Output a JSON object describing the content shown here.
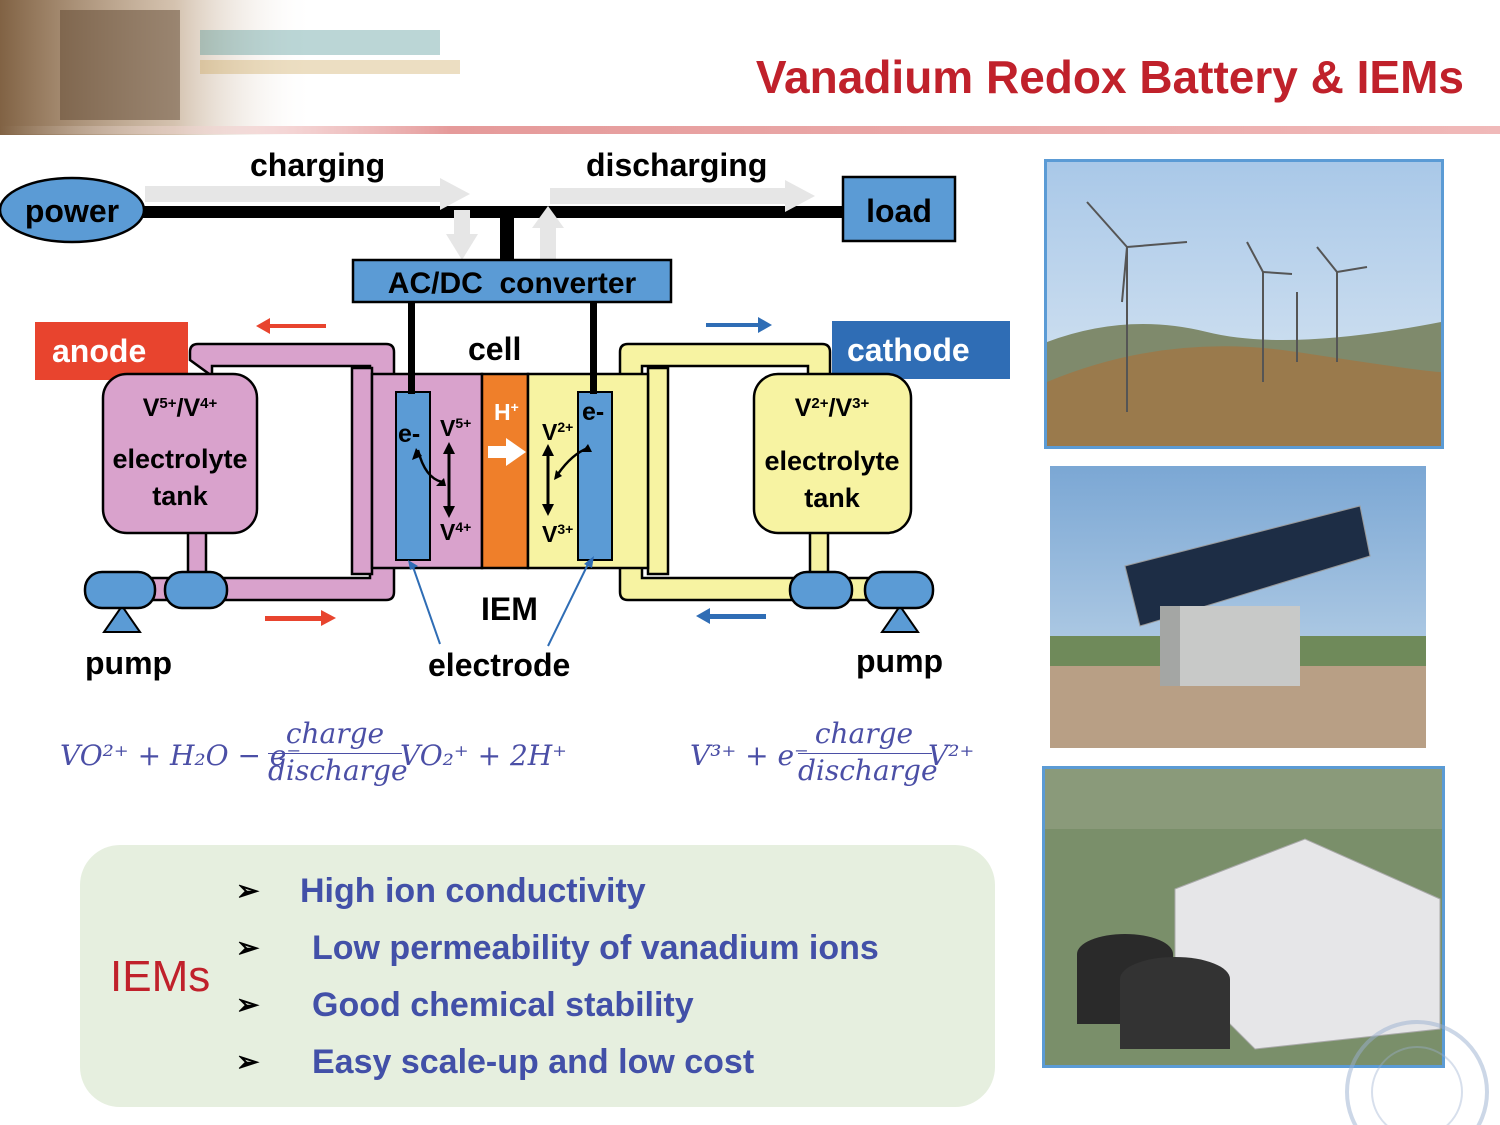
{
  "title": "Vanadium Redox Battery & IEMs",
  "diagram": {
    "power": "power",
    "load": "load",
    "charging": "charging",
    "discharging": "discharging",
    "converter": "AC/DC  converter",
    "anode": "anode",
    "cathode": "cathode",
    "cell": "cell",
    "iem": "IEM",
    "electrode": "electrode",
    "pump_left": "pump",
    "pump_right": "pump",
    "left_tank": {
      "ions_a": "V",
      "sup_a": "5+",
      "slash": "/",
      "ions_b": "V",
      "sup_b": "4+",
      "line2": "electrolyte",
      "line3": "tank"
    },
    "right_tank": {
      "ions_a": "V",
      "sup_a": "2+",
      "slash": "/",
      "ions_b": "V",
      "sup_b": "3+",
      "line2": "electrolyte",
      "line3": "tank"
    },
    "cell_labels": {
      "e_left": "e-",
      "v5": "V",
      "v5_sup": "5+",
      "v4": "V",
      "v4_sup": "4+",
      "h": "H",
      "h_sup": "+",
      "v2": "V",
      "v2_sup": "2+",
      "v3": "V",
      "v3_sup": "3+",
      "e_right": "e-"
    },
    "colors": {
      "anode": "#e8442e",
      "cathode": "#2f6db5",
      "anode_tank": "#d9a2cc",
      "cathode_tank": "#f7f3a2",
      "membrane": "#ef7f2a",
      "box_blue": "#5b9bd5"
    }
  },
  "equations": {
    "left": {
      "lhs": "VO²⁺ + H₂O − e⁻",
      "top": "charge",
      "bottom": "discharge",
      "rhs": "VO₂⁺ + 2H⁺"
    },
    "right": {
      "lhs": "V³⁺ + e⁻",
      "top": "charge",
      "bottom": "discharge",
      "rhs": "V²⁺"
    }
  },
  "iems": {
    "label": "IEMs",
    "bullets": [
      "High ion conductivity",
      "Low permeability of vanadium ions",
      "Good chemical stability",
      "Easy scale-up and low cost"
    ],
    "bullet_icon": "arrowhead-bullet-icon",
    "bullet_glyph": "➢"
  },
  "photos": [
    {
      "subject": "wind-turbines-photo"
    },
    {
      "subject": "solar-panel-array-photo"
    },
    {
      "subject": "battery-storage-plant-photo"
    }
  ]
}
